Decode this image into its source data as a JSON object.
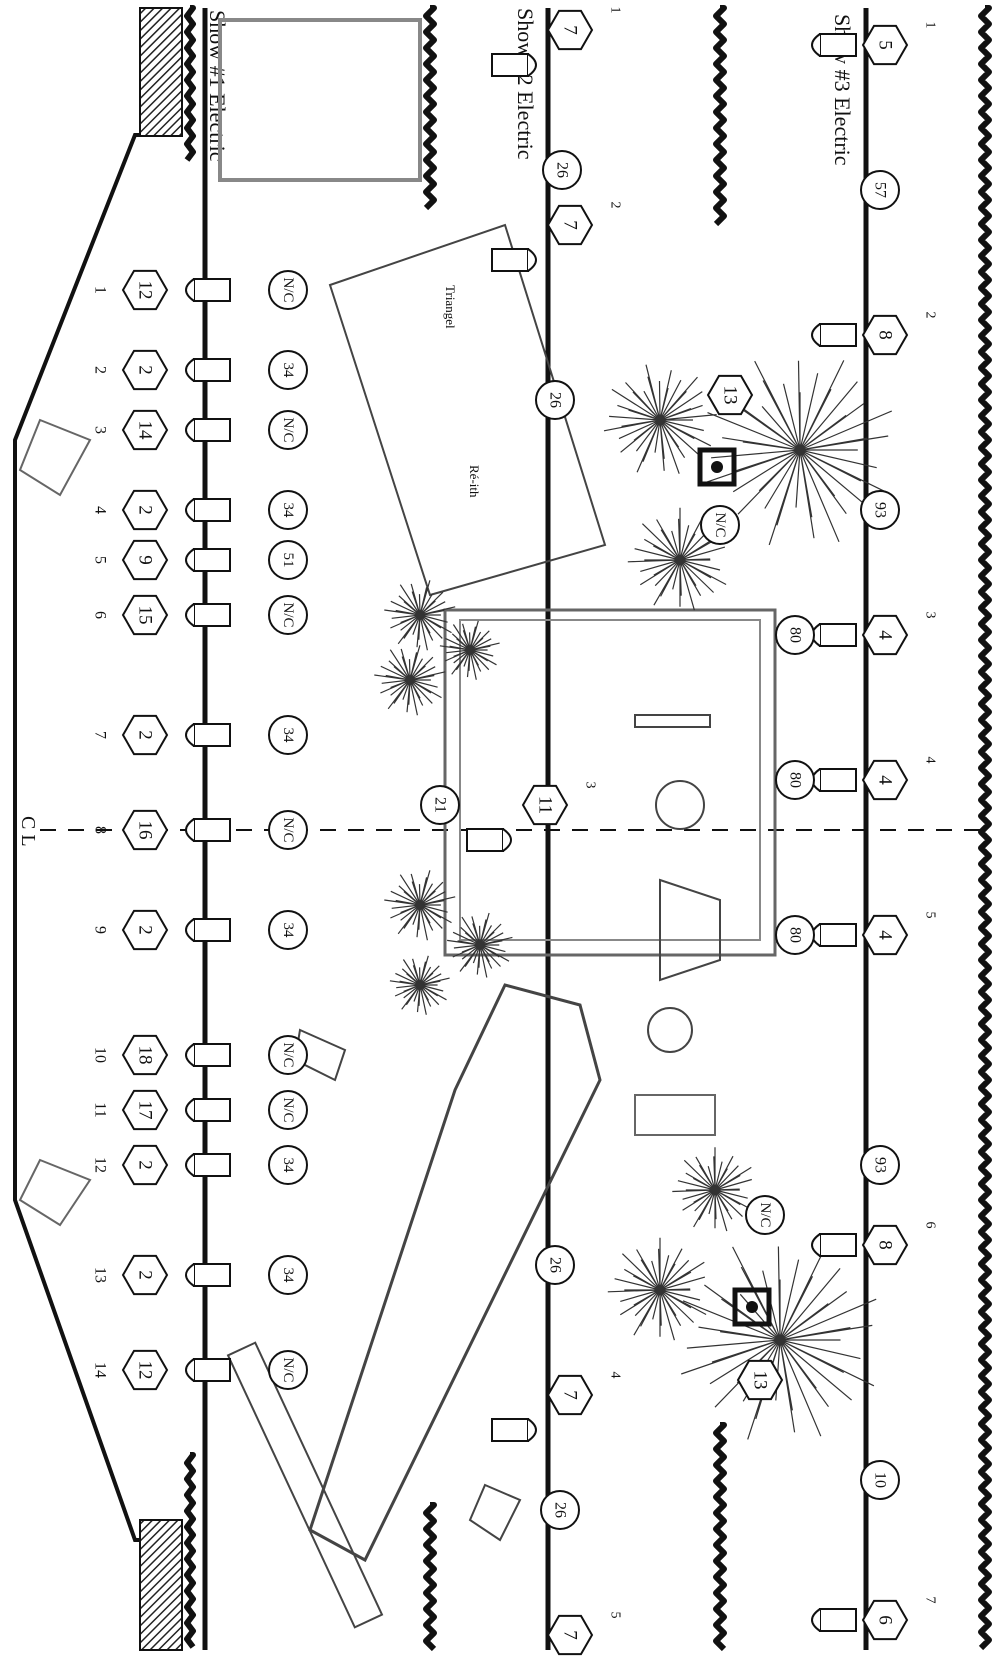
{
  "labels": {
    "show1": "Show #1 Electric",
    "show2": "Show #2 Electric",
    "show3": "Show #3 Electric",
    "centerline": "C L",
    "platform": "Triangel",
    "platform2": "Ré-ith"
  },
  "show3": {
    "fixtures": [
      {
        "num": "1",
        "hex": "5",
        "circle": "57"
      },
      {
        "num": "2",
        "hex": "8",
        "circle": "93"
      },
      {
        "num": "3",
        "hex": "4",
        "circle": "80"
      },
      {
        "num": "4",
        "hex": "4",
        "circle": "80"
      },
      {
        "num": "5",
        "hex": "4",
        "circle": "80"
      },
      {
        "num": "6",
        "hex": "8",
        "circle": "93"
      },
      {
        "num": "7",
        "hex": "6",
        "circle": "10"
      }
    ]
  },
  "show2": {
    "fixtures": [
      {
        "num": "1",
        "hex": "7",
        "circle": "26"
      },
      {
        "num": "2",
        "hex": "7",
        "circle": "26"
      },
      {
        "num": "3",
        "hex": "11",
        "circle": "21"
      },
      {
        "num": "4",
        "hex": "7",
        "circle": "26"
      },
      {
        "num": "5",
        "hex": "7",
        "circle": "26"
      }
    ]
  },
  "show1": {
    "fixtures": [
      {
        "num": "1",
        "hex": "12",
        "circle": "N/C"
      },
      {
        "num": "2",
        "hex": "2",
        "circle": "34"
      },
      {
        "num": "3",
        "hex": "14",
        "circle": "N/C"
      },
      {
        "num": "4",
        "hex": "2",
        "circle": "34"
      },
      {
        "num": "5",
        "hex": "9",
        "circle": "51"
      },
      {
        "num": "6",
        "hex": "15",
        "circle": "N/C"
      },
      {
        "num": "7",
        "hex": "2",
        "circle": "34"
      },
      {
        "num": "8",
        "hex": "16",
        "circle": "N/C"
      },
      {
        "num": "9",
        "hex": "2",
        "circle": "34"
      },
      {
        "num": "10",
        "hex": "18",
        "circle": "N/C"
      },
      {
        "num": "11",
        "hex": "17",
        "circle": "N/C"
      },
      {
        "num": "12",
        "hex": "2",
        "circle": "34"
      },
      {
        "num": "13",
        "hex": "2",
        "circle": "34"
      },
      {
        "num": "14",
        "hex": "12",
        "circle": "N/C"
      }
    ]
  },
  "specials": [
    {
      "hex": "13",
      "circle": "N/C"
    },
    {
      "hex": "13",
      "circle": "N/C"
    }
  ]
}
